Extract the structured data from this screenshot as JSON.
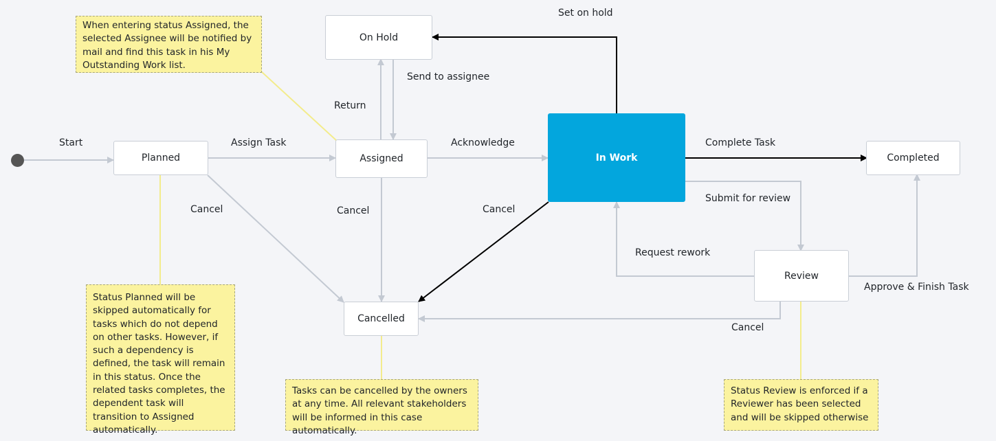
{
  "colors": {
    "background": "#f4f5f8",
    "node_border": "#c9ced6",
    "active_node": "#03a6dd",
    "transition_gray": "#c3c9d2",
    "transition_black": "#000000",
    "note_fill": "#fbf39f",
    "note_connector": "#f3ec8c"
  },
  "states": {
    "on_hold": "On Hold",
    "planned": "Planned",
    "assigned": "Assigned",
    "in_work": "In Work",
    "completed": "Completed",
    "review": "Review",
    "cancelled": "Cancelled"
  },
  "transitions": {
    "start": "Start",
    "assign_task": "Assign Task",
    "acknowledge": "Acknowledge",
    "complete_task": "Complete Task",
    "set_on_hold": "Set on hold",
    "send_to_assignee": "Send to assignee",
    "return": "Return",
    "cancel_planned": "Cancel",
    "cancel_assigned": "Cancel",
    "cancel_in_work": "Cancel",
    "cancel_review": "Cancel",
    "submit_for_review": "Submit for review",
    "request_rework": "Request rework",
    "approve_finish": "Approve & Finish Task"
  },
  "notes": {
    "assigned_note": "When entering status Assigned, the selected Assignee will be notified by mail and find this task in his My Outstanding Work list.",
    "planned_note": "Status Planned will be skipped automatically for tasks which do not depend on other tasks. However, if such a dependency is defined, the task will remain in this status. Once the related tasks completes, the dependent task will transition to Assigned automatically.",
    "cancelled_note": "Tasks can be cancelled by the owners at any time. All relevant stakeholders will be informed in this case automatically.",
    "review_note": "Status Review is enforced if a Reviewer has been selected and will be skipped otherwise"
  }
}
